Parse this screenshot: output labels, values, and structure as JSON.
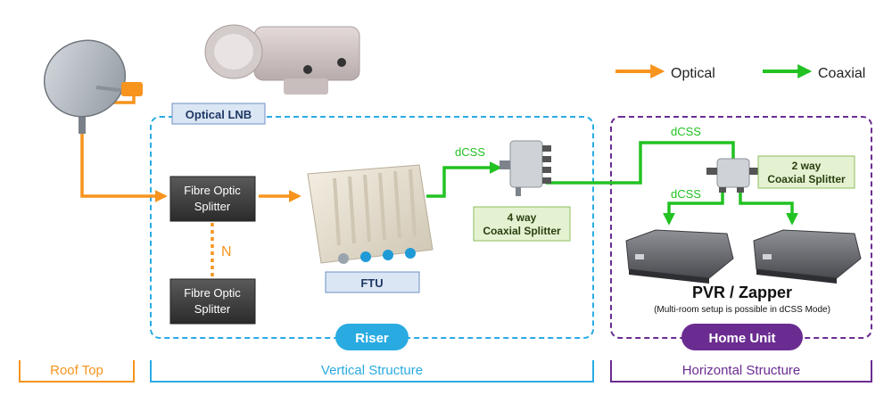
{
  "legend": {
    "optical_label": "Optical",
    "coaxial_label": "Coaxial",
    "optical_color": "#f7941d",
    "coaxial_color": "#22c222"
  },
  "colors": {
    "riser_border": "#29abe2",
    "home_border": "#6b2c91",
    "splitter_fill": "#3a3a3a",
    "label_box_fill": "#dbe6f5",
    "coax_label_fill": "#e4f2d2"
  },
  "components": {
    "optical_lnb_label": "Optical LNB",
    "fibre_splitter_top": [
      "Fibre Optic",
      "Splitter"
    ],
    "fibre_splitter_bottom": [
      "Fibre Optic",
      "Splitter"
    ],
    "n_label": "N",
    "ftu_label": "FTU",
    "dcss_ftu": "dCSS",
    "coax_4way": [
      "4 way",
      "Coaxial Splitter"
    ],
    "dcss_home_top": "dCSS",
    "dcss_home_mid": "dCSS",
    "coax_2way": [
      "2 way",
      "Coaxial Splitter"
    ],
    "pvr_title": "PVR / Zapper",
    "pvr_note": "(Multi-room setup is possible in dCSS Mode)"
  },
  "zones": {
    "riser_label": "Riser",
    "home_label": "Home Unit"
  },
  "bottom": {
    "roof_top": "Roof Top",
    "vertical": "Vertical Structure",
    "horizontal": "Horizontal Structure"
  }
}
